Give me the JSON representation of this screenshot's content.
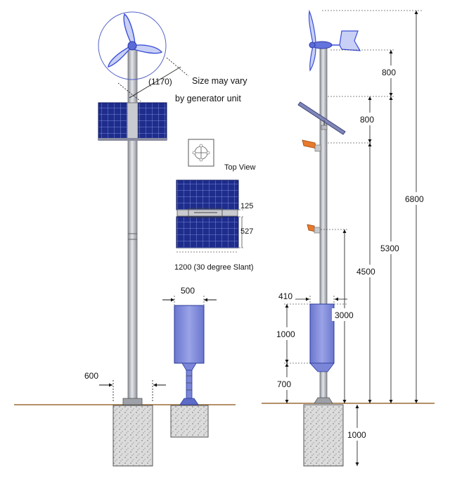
{
  "left_elevation": {
    "rotor_diameter": "(1170)",
    "note_line1": "Size may vary",
    "note_line2": "by generator  unit",
    "foundation_width": "600"
  },
  "panel_detail": {
    "view_title": "Top View",
    "panel_gap": "125",
    "panel_depth": "527",
    "panel_width": "1200  (30 degree Slant)"
  },
  "cabinet_detail": {
    "cabinet_width": "500"
  },
  "right_elevation": {
    "cabinet_offset": "410",
    "dim_800_top": "800",
    "dim_800_mid": "800",
    "dim_6800": "6800",
    "dim_5300": "5300",
    "dim_4500": "4500",
    "dim_3000": "3000",
    "dim_1000_cabinet": "1000",
    "dim_700": "700",
    "dim_1000_foundation": "1000"
  },
  "colors": {
    "panel_blue": "#1e2c8c",
    "panel_grid": "#8fa0ee",
    "turbine_blue": "#3a4fd8",
    "pole_grey": "#b9bcc2",
    "cabinet_fill": "#7b86d8",
    "concrete": "#d9d9d9",
    "ground": "#9b6a35",
    "lamp_orange": "#e87a2c"
  }
}
